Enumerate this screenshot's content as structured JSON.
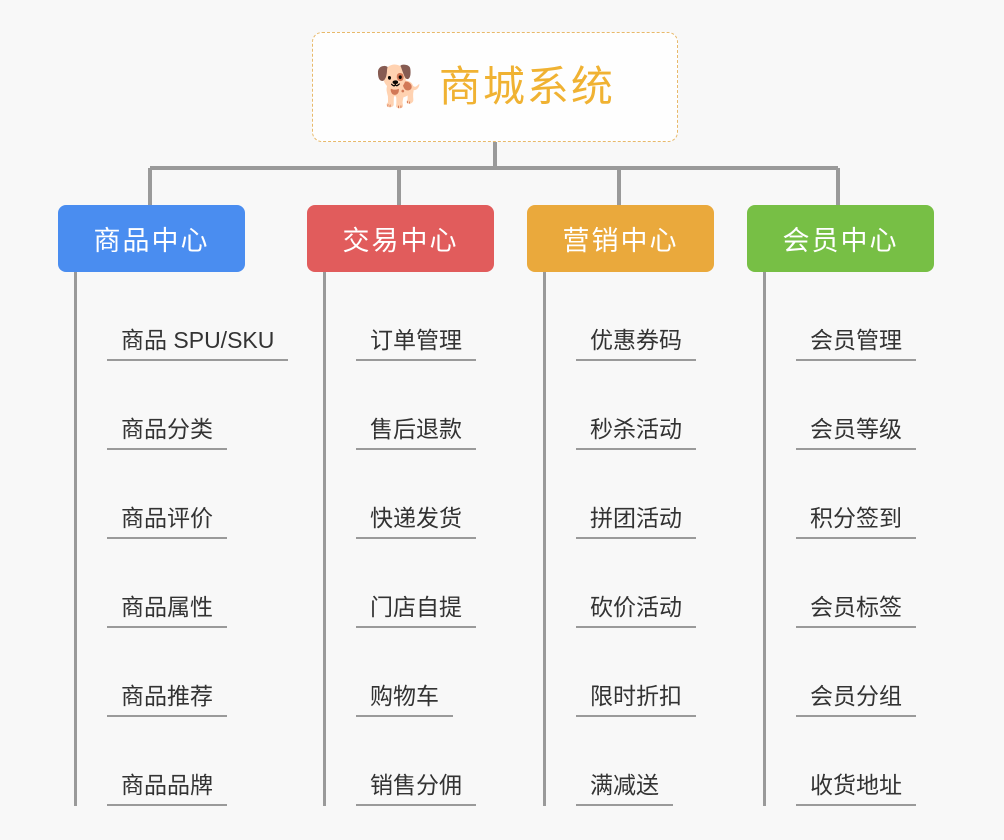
{
  "background_color": "#f8f8f8",
  "root": {
    "icon": "shiba-dog-face-emoji",
    "emoji": "🐕",
    "title": "商城系统",
    "text_color": "#f0b232",
    "border_color": "#e8b96a"
  },
  "connector_color": "#9a9a9a",
  "columns": [
    {
      "id": "product-center",
      "header": "商品中心",
      "color": "#4a8df0",
      "items": [
        "商品 SPU/SKU",
        "商品分类",
        "商品评价",
        "商品属性",
        "商品推荐",
        "商品品牌"
      ]
    },
    {
      "id": "trade-center",
      "header": "交易中心",
      "color": "#e15c5c",
      "items": [
        "订单管理",
        "售后退款",
        "快递发货",
        "门店自提",
        "购物车",
        "销售分佣"
      ]
    },
    {
      "id": "marketing-center",
      "header": "营销中心",
      "color": "#eaa93c",
      "items": [
        "优惠券码",
        "秒杀活动",
        "拼团活动",
        "砍价活动",
        "限时折扣",
        "满减送"
      ]
    },
    {
      "id": "member-center",
      "header": "会员中心",
      "color": "#77bf45",
      "items": [
        "会员管理",
        "会员等级",
        "积分签到",
        "会员标签",
        "会员分组",
        "收货地址"
      ]
    }
  ]
}
